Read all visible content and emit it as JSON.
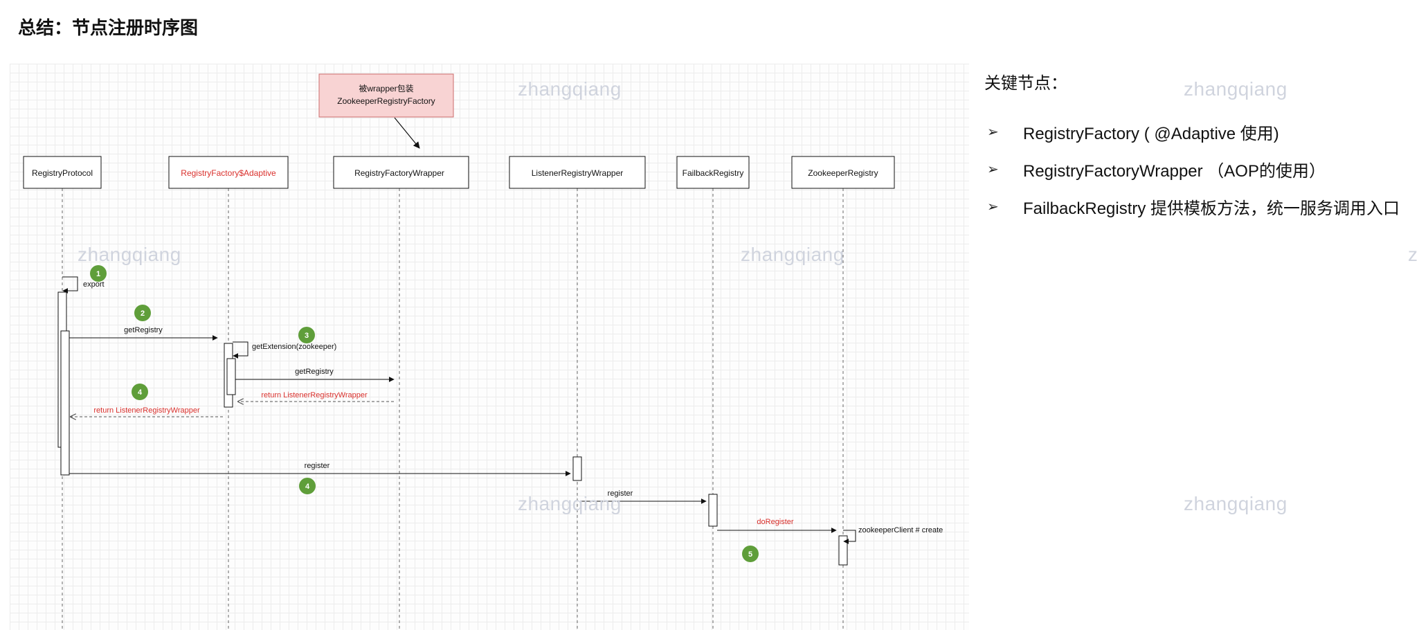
{
  "page": {
    "title": "总结：节点注册时序图"
  },
  "diagram": {
    "note": {
      "line1": "被wrapper包装",
      "line2": "ZookeeperRegistryFactory",
      "fill": "#f8d3d3",
      "stroke": "#cc6b6b"
    },
    "participants": [
      {
        "label": "RegistryProtocol",
        "color": "#111111"
      },
      {
        "label": "RegistryFactory$Adaptive",
        "color": "#d9302c"
      },
      {
        "label": "RegistryFactoryWrapper",
        "color": "#111111"
      },
      {
        "label": "ListenerRegistryWrapper",
        "color": "#111111"
      },
      {
        "label": "FailbackRegistry",
        "color": "#111111"
      },
      {
        "label": "ZookeeperRegistry",
        "color": "#111111"
      }
    ],
    "messages": [
      {
        "label": "export",
        "color": "#111111"
      },
      {
        "label": "getRegistry",
        "color": "#111111"
      },
      {
        "label": "getExtension(zookeeper)",
        "color": "#111111"
      },
      {
        "label": "getRegistry",
        "color": "#111111"
      },
      {
        "label": "return ListenerRegistryWrapper",
        "color": "#d9302c"
      },
      {
        "label": "return ListenerRegistryWrapper",
        "color": "#d9302c"
      },
      {
        "label": "register",
        "color": "#111111"
      },
      {
        "label": "register",
        "color": "#111111"
      },
      {
        "label": "doRegister",
        "color": "#d9302c"
      },
      {
        "label": "zookeeperClient # create",
        "color": "#111111"
      }
    ],
    "steps": [
      "1",
      "2",
      "3",
      "4",
      "4",
      "5"
    ],
    "step_color": "#5f9e3a"
  },
  "watermark": "zhangqiang",
  "notes": {
    "title": "关键节点：",
    "bullet": "➢",
    "items": [
      "RegistryFactory ( @Adaptive 使用)",
      "RegistryFactoryWrapper （AOP的使用）",
      "FailbackRegistry 提供模板方法，统一服务调用入口"
    ]
  }
}
